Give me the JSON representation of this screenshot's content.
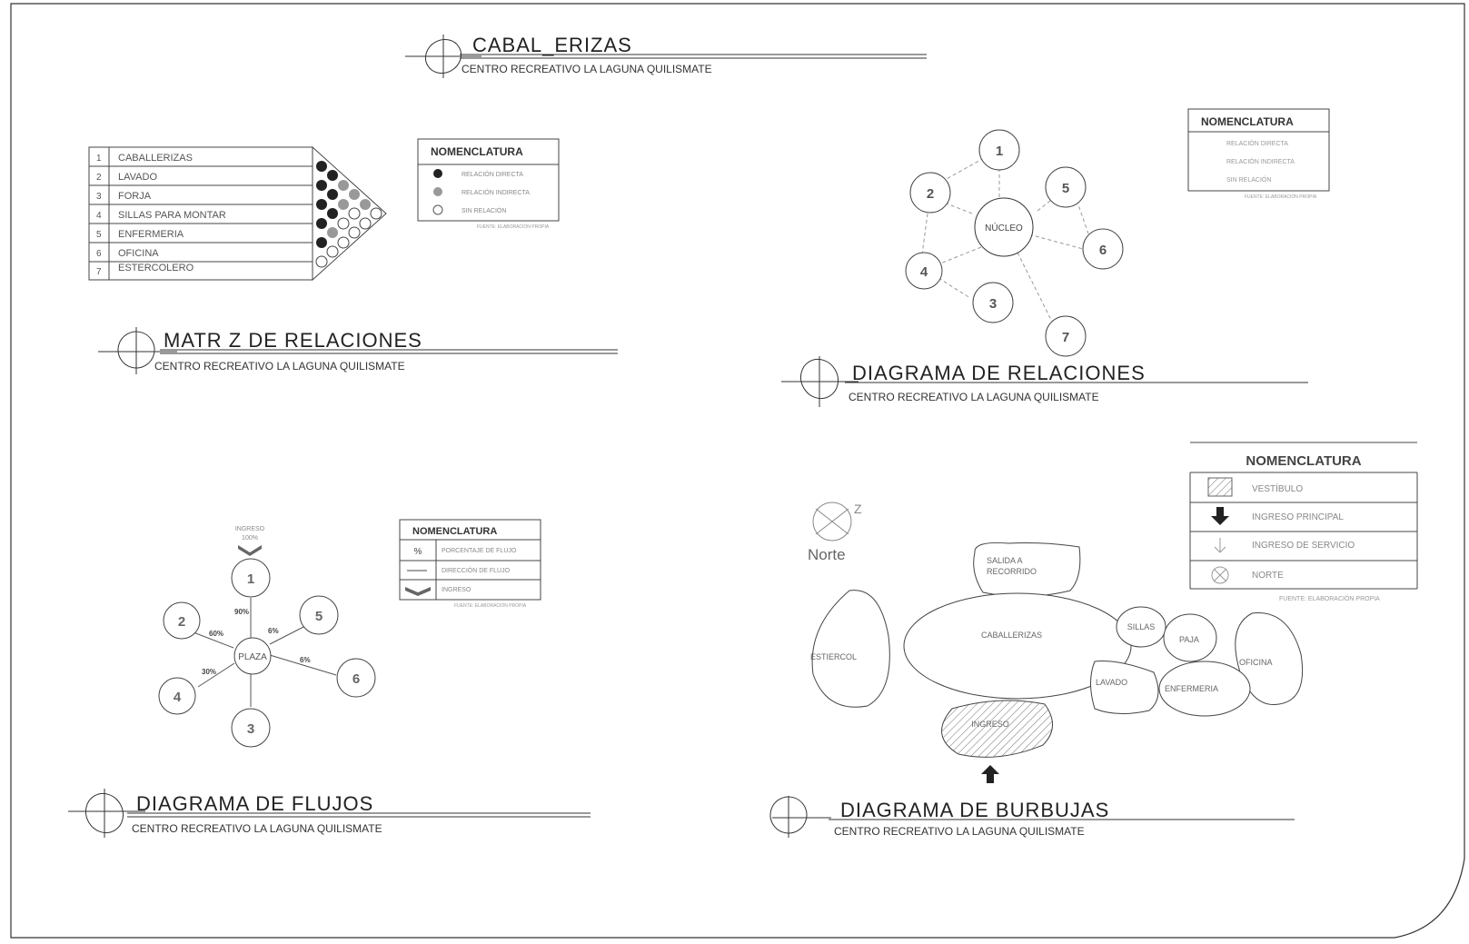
{
  "main": {
    "title": "CABAL_ERIZAS",
    "subtitle": "CENTRO RECREATIVO LA LAGUNA QUILISMATE"
  },
  "matriz": {
    "title": "MATR Z DE RELACIONES",
    "subtitle": "CENTRO RECREATIVO LA LAGUNA QUILISMATE",
    "rows": [
      {
        "num": "1",
        "label": "CABALLERIZAS"
      },
      {
        "num": "2",
        "label": "LAVADO"
      },
      {
        "num": "3",
        "label": "FORJA"
      },
      {
        "num": "4",
        "label": "SILLAS PARA MONTAR"
      },
      {
        "num": "5",
        "label": "ENFERMERIA"
      },
      {
        "num": "6",
        "label": "OFICINA"
      },
      {
        "num": "7",
        "label": "ESTERCOLERO"
      }
    ],
    "nomenclatura": {
      "title": "NOMENCLATURA",
      "items": [
        "RELACIÓN DIRECTA",
        "RELACIÓN INDIRECTA",
        "SIN RELACIÓN"
      ],
      "footnote": "FUENTE: ELABORACIÓN PROPIA"
    }
  },
  "relaciones": {
    "title": "DIAGRAMA DE RELACIONES",
    "subtitle": "CENTRO RECREATIVO LA LAGUNA QUILISMATE",
    "center": "NÚCLEO",
    "nodes": [
      "1",
      "2",
      "3",
      "4",
      "5",
      "6",
      "7"
    ],
    "nomenclatura": {
      "title": "NOMENCLATURA",
      "items": [
        "RELACIÓN DIRECTA",
        "RELACIÓN INDIRECTA",
        "SIN RELACIÓN"
      ],
      "footnote": "FUENTE: ELABORACIÓN PROPIA"
    }
  },
  "flujos": {
    "title": "DIAGRAMA DE FLUJOS",
    "subtitle": "CENTRO RECREATIVO LA LAGUNA QUILISMATE",
    "ingreso": [
      "INGRESO",
      "100%"
    ],
    "center": "PLAZA",
    "nodes": [
      "1",
      "2",
      "3",
      "4",
      "5",
      "6"
    ],
    "percentages": [
      "90%",
      "60%",
      "6%",
      "6%",
      "30%"
    ],
    "nomenclatura": {
      "title": "NOMENCLATURA",
      "items": [
        {
          "symbol": "%",
          "label": "PORCENTAJE DE FLUJO"
        },
        {
          "symbol": "",
          "label": "DIRECCIÓN DE FLUJO"
        },
        {
          "symbol": "",
          "label": "INGRESO"
        }
      ],
      "footnote": "FUENTE: ELABORACIÓN PROPIA"
    }
  },
  "burbujas": {
    "title": "DIAGRAMA DE BURBUJAS",
    "subtitle": "CENTRO RECREATIVO LA LAGUNA QUILISMATE",
    "north_label": "Norte",
    "bubbles": {
      "salida": [
        "SALIDA A",
        "RECORRIDO"
      ],
      "caballerizas": "CABALLERIZAS",
      "estiercol": "ESTIERCOL",
      "sillas": "SILLAS",
      "paja": "PAJA",
      "oficina": "OFICINA",
      "lavado": "LAVADO",
      "enfermeria": "ENFERMERIA",
      "ingreso": "INGRESO"
    },
    "nomenclatura": {
      "title": "NOMENCLATURA",
      "items": [
        "VESTÍBULO",
        "INGRESO PRINCIPAL",
        "INGRESO DE SERVICIO",
        "NORTE"
      ],
      "footnote": "FUENTE: ELABORACIÓN PROPIA"
    }
  }
}
